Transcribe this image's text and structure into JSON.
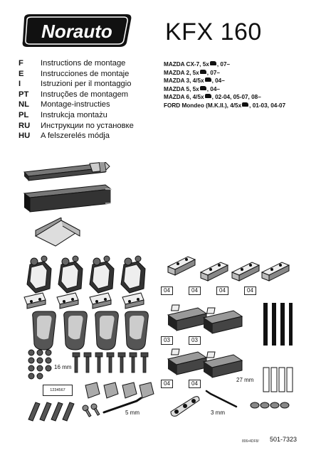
{
  "brand": "Norauto",
  "model": "KFX 160",
  "languages": [
    {
      "code": "F",
      "text": "Instructions de montage"
    },
    {
      "code": "E",
      "text": "Instrucciones de montaje"
    },
    {
      "code": "I",
      "text": "Istruzioni per il montaggio"
    },
    {
      "code": "PT",
      "text": "Instruções de montagem"
    },
    {
      "code": "NL",
      "text": "Montage-instructies"
    },
    {
      "code": "PL",
      "text": "Instrukcja montażu"
    },
    {
      "code": "RU",
      "text": "Инструкции по установке"
    },
    {
      "code": "HU",
      "text": "A felszerelés módja"
    }
  ],
  "vehicles": [
    {
      "model": "MAZDA CX-7, 5x",
      "years": ", 07–"
    },
    {
      "model": "MAZDA 2, 5x",
      "years": ", 07–"
    },
    {
      "model": "MAZDA 3, 4/5x",
      "years": ", 04–"
    },
    {
      "model": "MAZDA 5, 5x",
      "years": ", 04–"
    },
    {
      "model": "MAZDA 6, 4/5x",
      "years": ", 02-04, 05-07, 08–"
    },
    {
      "model": "FORD Mondeo (M.K.II.), 4/5x",
      "years": ", 01-03, 04-07"
    }
  ],
  "parts": {
    "tag_04": "04",
    "tag_03": "03",
    "label_16mm": "16 mm",
    "label_27mm": "27 mm",
    "label_5mm": "5 mm",
    "label_3mm": "3 mm",
    "key_number": "1234567"
  },
  "footer": {
    "small_code": "806•4DF8/",
    "doc_number": "501-7323"
  }
}
